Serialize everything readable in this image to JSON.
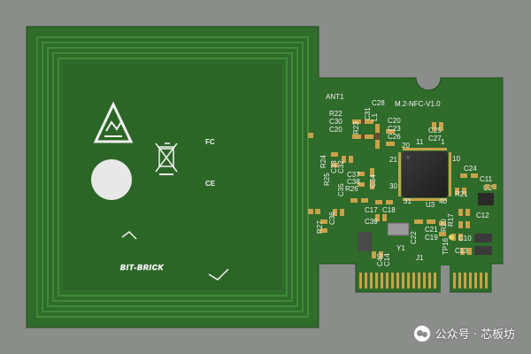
{
  "board": {
    "colors": {
      "background": "#8b8d8b",
      "solder_mask": "#2f6b2a",
      "mask_dark": "#255a21",
      "antenna_trace": "#3f8a38",
      "silkscreen": "#f2f2f2",
      "chip": "#2a2a2a",
      "gold": "#c9a24a"
    },
    "labels": {
      "antenna": "ANT1",
      "board_name": "M.2-NFC-V1.0",
      "fcc_logo": "FC",
      "ce_logo": "CE",
      "brand_logo": "BIT-BRICK",
      "ic_u3": "U3",
      "ic_u2": "U2",
      "crystal": "Y1",
      "connector": "J1",
      "testpoint": "TP16",
      "pin_numbers": [
        "1",
        "10",
        "11",
        "20",
        "21",
        "30",
        "31",
        "40"
      ]
    },
    "components": [
      "C28",
      "C31",
      "R22",
      "C30",
      "C20",
      "C20",
      "C23",
      "C26",
      "C25",
      "C27",
      "R23",
      "L1",
      "R24",
      "C33",
      "C32",
      "R25",
      "C37",
      "C38",
      "R26",
      "C34",
      "C35",
      "C36",
      "R27",
      "C17",
      "C18",
      "C39",
      "C40",
      "C14",
      "C22",
      "C21",
      "C19",
      "C24",
      "C11",
      "R21",
      "R20",
      "R17",
      "C12",
      "C10",
      "C13"
    ]
  },
  "watermark": {
    "text": "公众号 · 芯板坊"
  }
}
